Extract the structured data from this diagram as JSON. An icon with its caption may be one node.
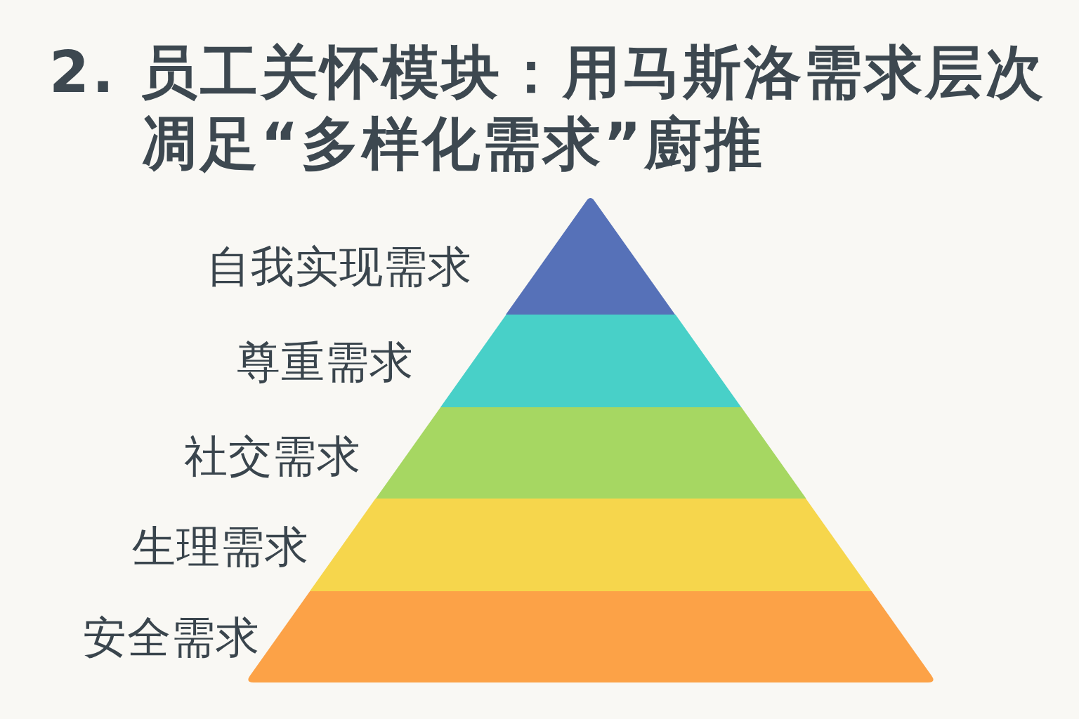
{
  "diagram": {
    "title": "2. 员工关怀模块：用马斯洛需求层次凋足“多样化需求”廚推",
    "nodes": [
      {
        "text": [],
        "shape": "triangle",
        "beside": [
          "自我实现需求"
        ]
      },
      {
        "text": [],
        "shape": "trapezoid",
        "beside": [
          "尊重需求"
        ]
      },
      {
        "text": [],
        "shape": "trapezoid",
        "beside": [
          "社交需求"
        ]
      },
      {
        "text": [],
        "shape": "trapezoid",
        "beside": [
          "生理需求"
        ]
      },
      {
        "text": [],
        "shape": "trapezoid",
        "beside": [
          "安全需求"
        ]
      }
    ]
  }
}
